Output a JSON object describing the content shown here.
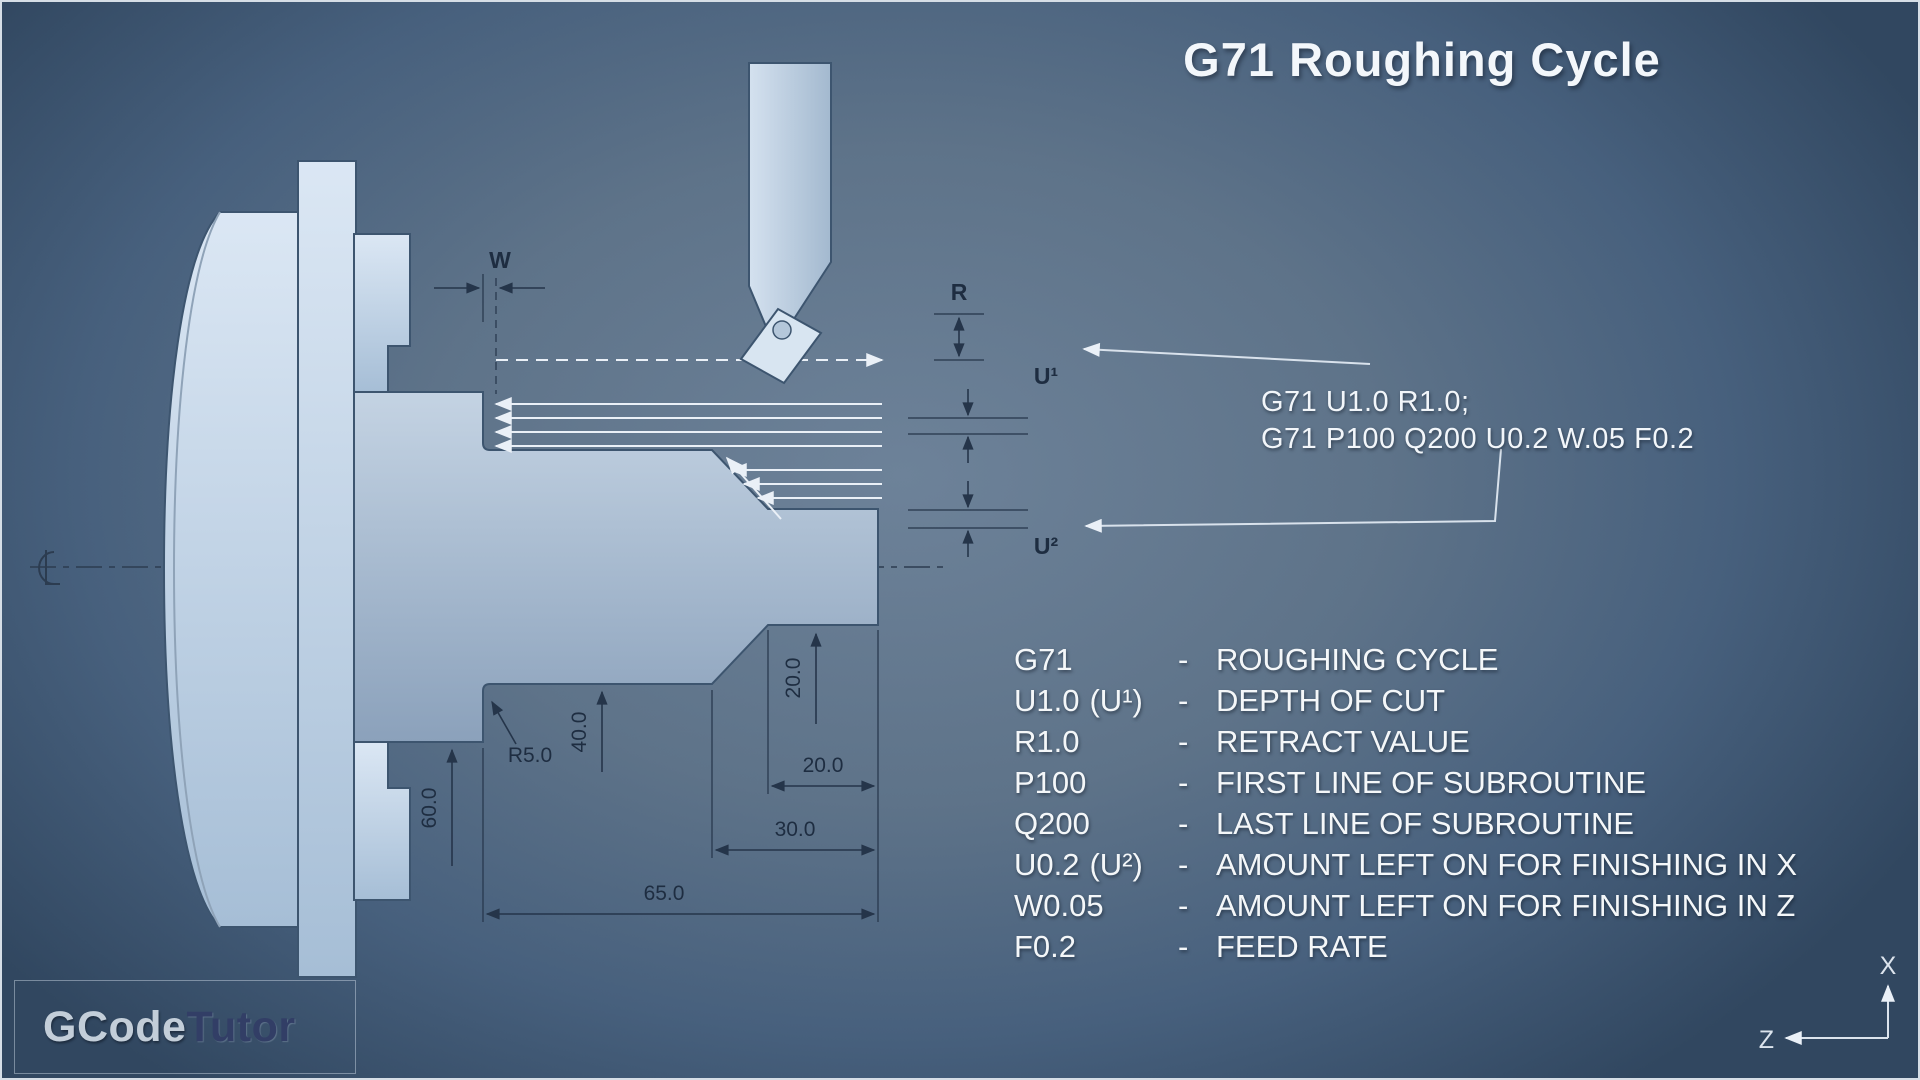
{
  "title": "G71 Roughing Cycle",
  "code_callout": {
    "line1": "G71 U1.0 R1.0;",
    "line2": "G71 P100 Q200 U0.2 W.05 F0.2"
  },
  "diagram_labels": {
    "w": "W",
    "r": "R",
    "u1": "U¹",
    "u2": "U²",
    "fillet": "R5.0",
    "dia60": "60.0",
    "dia40": "40.0",
    "dia20": "20.0",
    "len20": "20.0",
    "len30": "30.0",
    "len65": "65.0"
  },
  "axis": {
    "x": "X",
    "z": "Z"
  },
  "legend": {
    "separator": "-",
    "rows": [
      {
        "param": "G71",
        "note": "",
        "desc": "ROUGHING CYCLE"
      },
      {
        "param": "U1.0",
        "note": "(U¹)",
        "desc": "DEPTH OF CUT"
      },
      {
        "param": "R1.0",
        "note": "",
        "desc": "RETRACT VALUE"
      },
      {
        "param": "P100",
        "note": "",
        "desc": "FIRST LINE OF SUBROUTINE"
      },
      {
        "param": "Q200",
        "note": "",
        "desc": "LAST LINE OF SUBROUTINE"
      },
      {
        "param": "U0.2",
        "note": "(U²)",
        "desc": "AMOUNT LEFT ON FOR FINISHING IN X"
      },
      {
        "param": "W0.05",
        "note": "",
        "desc": "AMOUNT LEFT ON FOR FINISHING IN Z"
      },
      {
        "param": "F0.2",
        "note": "",
        "desc": "FEED RATE"
      }
    ]
  },
  "logo": {
    "part1": "GCode",
    "part2": "Tutor"
  },
  "colors": {
    "background_center": "#6d8299",
    "background_edge": "#314760",
    "part_fill": "#a7bacf",
    "chuck_fill": "#c7d8ea",
    "dimension_dark": "#25354a",
    "text_light": "#f2f6fa",
    "logo_tutor": "#323e66"
  }
}
